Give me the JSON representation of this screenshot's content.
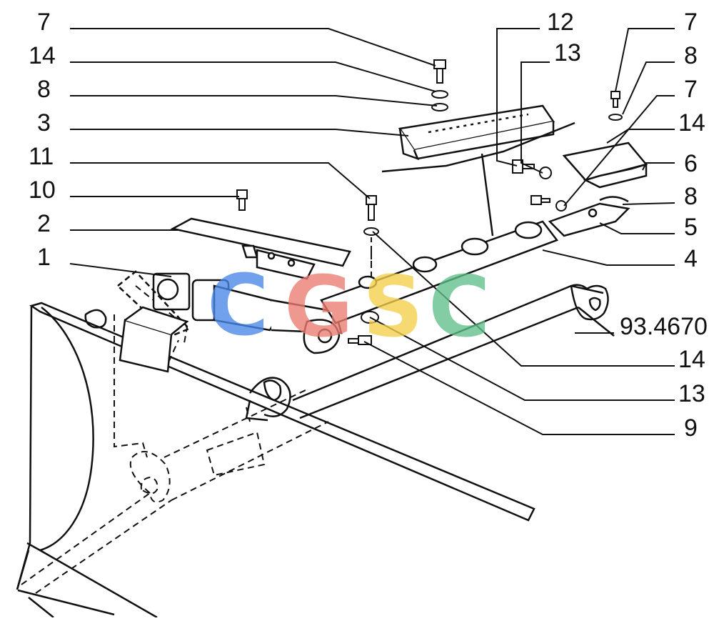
{
  "diagram": {
    "reference": "93.4670",
    "callouts_left": [
      "7",
      "14",
      "8",
      "3",
      "11",
      "10",
      "2",
      "1"
    ],
    "callouts_right_top": [
      "12",
      "13"
    ],
    "callouts_right": [
      "7",
      "8",
      "7",
      "14",
      "6",
      "8",
      "5",
      "4",
      "14",
      "13",
      "9"
    ],
    "watermark": {
      "letters": [
        "C",
        "G",
        "S",
        "C"
      ],
      "colors": [
        "#4a86e8",
        "#ea7c72",
        "#f5cf4a",
        "#5fbf8a"
      ]
    }
  }
}
